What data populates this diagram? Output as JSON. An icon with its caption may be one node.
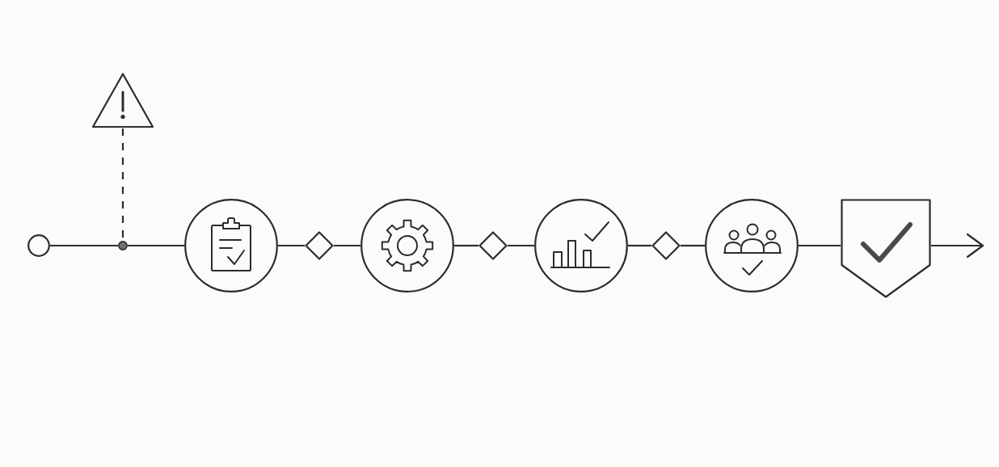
{
  "diagram": {
    "nodes": [
      {
        "text": [],
        "shape": "circle"
      },
      {
        "text": [],
        "shape": "dot"
      },
      {
        "text": [],
        "shape": "triangle"
      },
      {
        "text": [],
        "shape": "circle"
      },
      {
        "text": [],
        "shape": "diamond"
      },
      {
        "text": [],
        "shape": "circle"
      },
      {
        "text": [],
        "shape": "diamond"
      },
      {
        "text": [],
        "shape": "circle"
      },
      {
        "text": [],
        "shape": "diamond"
      },
      {
        "text": [],
        "shape": "circle"
      },
      {
        "text": [],
        "shape": "shield"
      }
    ],
    "edges": [
      {
        "from": 0,
        "to": 1,
        "arrow": "none"
      },
      {
        "from": 2,
        "to": 1,
        "arrow": "none",
        "style": "dashed"
      },
      {
        "from": 1,
        "to": 3,
        "arrow": "none"
      },
      {
        "from": 3,
        "to": 4,
        "arrow": "none"
      },
      {
        "from": 4,
        "to": 5,
        "arrow": "none"
      },
      {
        "from": 5,
        "to": 6,
        "arrow": "none"
      },
      {
        "from": 6,
        "to": 7,
        "arrow": "none"
      },
      {
        "from": 7,
        "to": 8,
        "arrow": "none"
      },
      {
        "from": 8,
        "to": 9,
        "arrow": "none"
      },
      {
        "from": 9,
        "to": 10,
        "arrow": "none"
      },
      {
        "from": 10,
        "to": null,
        "arrow": "to"
      }
    ]
  }
}
